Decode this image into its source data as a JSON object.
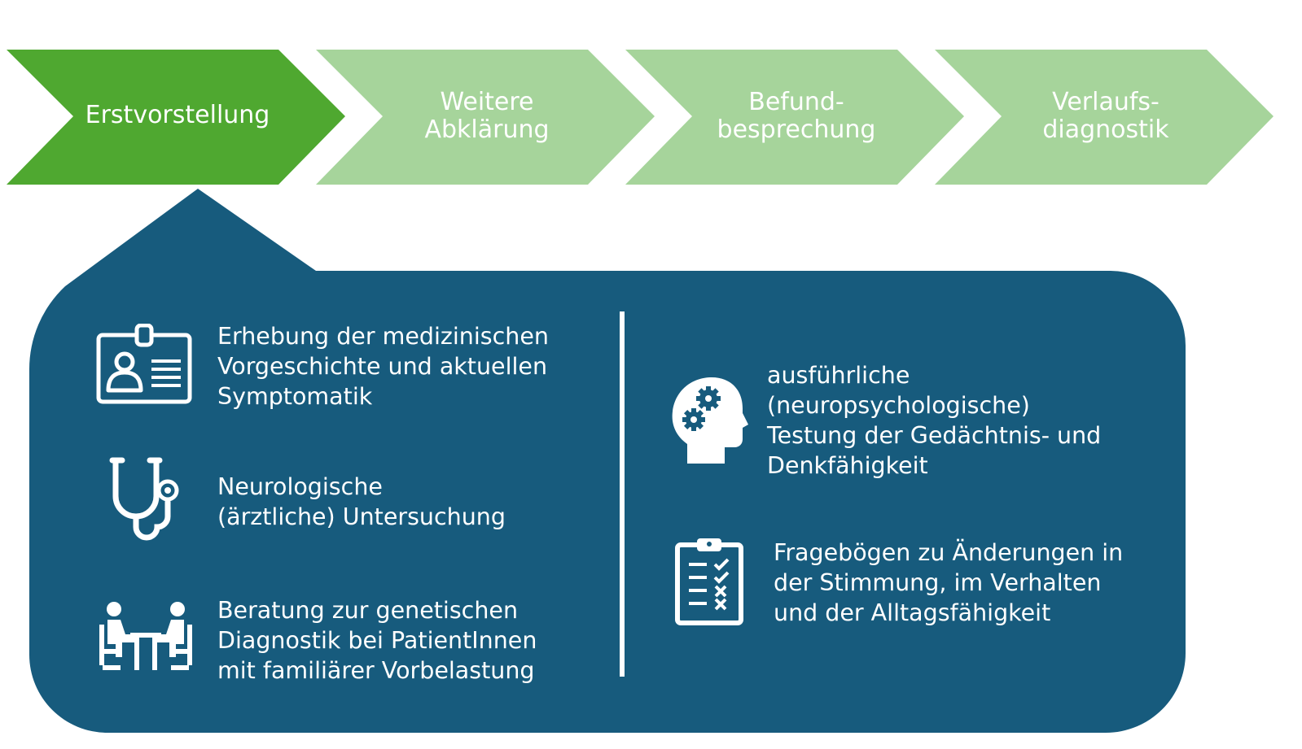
{
  "colors": {
    "step_active": "#4fa830",
    "step_inactive": "#a6d49b",
    "panel": "#175b7d",
    "text": "#ffffff"
  },
  "steps": [
    {
      "lines": [
        "Erstvorstellung"
      ],
      "active": true
    },
    {
      "lines": [
        "Weitere",
        "Abklärung"
      ],
      "active": false
    },
    {
      "lines": [
        "Befund-",
        "besprechung"
      ],
      "active": false
    },
    {
      "lines": [
        "Verlaufs-",
        "diagnostik"
      ],
      "active": false
    }
  ],
  "panel": {
    "left_items": [
      {
        "icon": "id-card-icon",
        "lines": [
          "Erhebung der medizinischen",
          "Vorgeschichte und aktuellen",
          "Symptomatik"
        ]
      },
      {
        "icon": "stethoscope-icon",
        "lines": [
          "Neurologische",
          "(ärztliche) Untersuchung"
        ]
      },
      {
        "icon": "consultation-icon",
        "lines": [
          "Beratung zur genetischen",
          "Diagnostik bei PatientInnen",
          "mit familiärer Vorbelastung"
        ]
      }
    ],
    "right_items": [
      {
        "icon": "brain-gears-icon",
        "lines": [
          "ausführliche",
          "(neuropsychologische)",
          "Testung der Gedächtnis- und",
          "Denkfähigkeit"
        ]
      },
      {
        "icon": "clipboard-checklist-icon",
        "lines": [
          "Fragebögen zu Änderungen in",
          "der Stimmung, im Verhalten",
          "und der Alltagsfähigkeit"
        ]
      }
    ]
  }
}
